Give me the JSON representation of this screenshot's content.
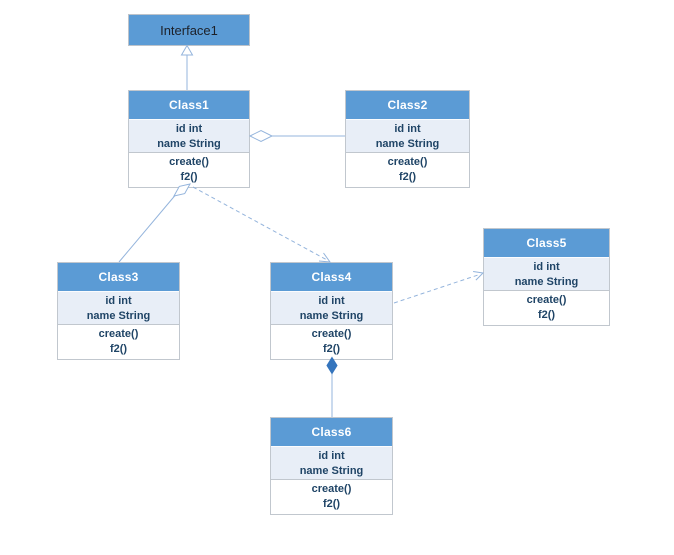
{
  "interface": {
    "name": "Interface1"
  },
  "classes": [
    {
      "name": "Class1",
      "attributes": [
        "id int",
        "name String"
      ],
      "methods": [
        "create()",
        "f2()"
      ]
    },
    {
      "name": "Class2",
      "attributes": [
        "id int",
        "name String"
      ],
      "methods": [
        "create()",
        "f2()"
      ]
    },
    {
      "name": "Class3",
      "attributes": [
        "id int",
        "name String"
      ],
      "methods": [
        "create()",
        "f2()"
      ]
    },
    {
      "name": "Class4",
      "attributes": [
        "id int",
        "name String"
      ],
      "methods": [
        "create()",
        "f2()"
      ]
    },
    {
      "name": "Class5",
      "attributes": [
        "id int",
        "name String"
      ],
      "methods": [
        "create()",
        "f2()"
      ]
    },
    {
      "name": "Class6",
      "attributes": [
        "id int",
        "name String"
      ],
      "methods": [
        "create()",
        "f2()"
      ]
    }
  ],
  "relationships": [
    {
      "from": "Class1",
      "to": "Interface1",
      "type": "generalization",
      "line": "solid",
      "marker": "hollow-triangle"
    },
    {
      "from": "Class2",
      "to": "Class1",
      "type": "aggregation",
      "line": "solid",
      "marker": "hollow-diamond"
    },
    {
      "from": "Class3",
      "to": "Class1",
      "type": "aggregation",
      "line": "solid",
      "marker": "hollow-diamond"
    },
    {
      "from": "Class1",
      "to": "Class4",
      "type": "dependency",
      "line": "dashed",
      "marker": "open-arrow"
    },
    {
      "from": "Class4",
      "to": "Class5",
      "type": "dependency",
      "line": "dashed",
      "marker": "open-arrow"
    },
    {
      "from": "Class6",
      "to": "Class4",
      "type": "composition",
      "line": "solid",
      "marker": "filled-diamond"
    }
  ],
  "colors": {
    "header_fill": "#5b9bd5",
    "attributes_fill": "#e8eef7",
    "box_border": "#c1c7ce",
    "member_text": "#1f4466",
    "header_text": "#ffffff",
    "interface_text": "#1d2129",
    "connector": "#94b4dc",
    "composition_diamond_fill": "#3575bd"
  }
}
